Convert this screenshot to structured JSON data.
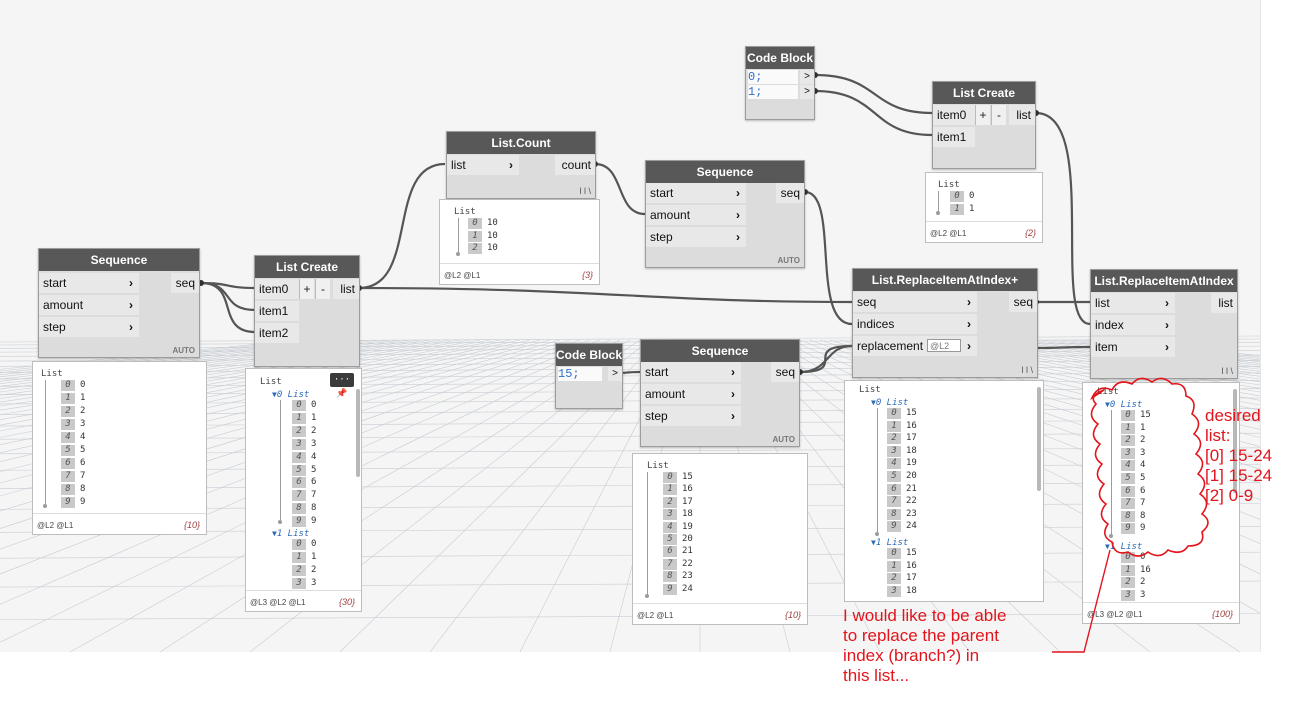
{
  "annotations": {
    "desired": [
      "desired",
      "list:",
      "[0] 15-24",
      "[1] 15-24",
      "[2] 0-9"
    ],
    "note": [
      "I would like to be able",
      "to replace the parent",
      "index (branch?) in",
      "this list..."
    ],
    "color": "#e2141c"
  },
  "nodes": {
    "seq1": {
      "title": "Sequence",
      "inputs": [
        "start",
        "amount",
        "step"
      ],
      "output": "seq",
      "lacing": "AUTO"
    },
    "lc1": {
      "title": "List Create",
      "inputs": [
        "item0",
        "item1",
        "item2"
      ],
      "output": "list",
      "plus": "+",
      "minus": "-"
    },
    "count": {
      "title": "List.Count",
      "input": "list",
      "output": "count",
      "lacing": "l l \\"
    },
    "seq2": {
      "title": "Sequence",
      "inputs": [
        "start",
        "amount",
        "step"
      ],
      "output": "seq",
      "lacing": "AUTO"
    },
    "cb1": {
      "title": "Code Block",
      "lines": [
        "0;",
        "1;"
      ],
      "port": ">"
    },
    "lc2": {
      "title": "List Create",
      "inputs": [
        "item0",
        "item1"
      ],
      "output": "list",
      "plus": "+",
      "minus": "-"
    },
    "ria_plus": {
      "title": "List.ReplaceItemAtIndex+",
      "inputs": [
        "seq",
        "indices",
        "replacement"
      ],
      "output": "seq",
      "level": "@L2",
      "lacing": "l l \\"
    },
    "ria": {
      "title": "List.ReplaceItemAtIndex",
      "inputs": [
        "list",
        "index",
        "item"
      ],
      "output": "list",
      "lacing": "l l \\"
    },
    "cb2": {
      "title": "Code Block",
      "lines": [
        "15;"
      ],
      "port": ">"
    },
    "seq3": {
      "title": "Sequence",
      "inputs": [
        "start",
        "amount",
        "step"
      ],
      "output": "seq",
      "lacing": "AUTO"
    }
  },
  "previews": {
    "p_seq1": {
      "header": "List",
      "items": [
        "0",
        "1",
        "2",
        "3",
        "4",
        "5",
        "6",
        "7",
        "8",
        "9"
      ],
      "levels": "@L2 @L1",
      "count": "{10}"
    },
    "p_lc1": {
      "header": "List",
      "sub0": "0 List",
      "sub0_items": [
        "0",
        "1",
        "2",
        "3",
        "4",
        "5",
        "6",
        "7",
        "8",
        "9"
      ],
      "sub1": "1 List",
      "sub1_items": [
        "0",
        "1",
        "2",
        "3"
      ],
      "levels": "@L3 @L2 @L1",
      "count": "{30}",
      "pin": "··· 📌"
    },
    "p_count": {
      "header": "List",
      "items": [
        "10",
        "10",
        "10"
      ],
      "levels": "@L2 @L1",
      "count": "{3}"
    },
    "p_lc2": {
      "header": "List",
      "items": [
        "0",
        "1"
      ],
      "levels": "@L2 @L1",
      "count": "{2}"
    },
    "p_seq3": {
      "header": "List",
      "items": [
        "15",
        "16",
        "17",
        "18",
        "19",
        "20",
        "21",
        "22",
        "23",
        "24"
      ],
      "levels": "@L2 @L1",
      "count": "{10}"
    },
    "p_ria_plus": {
      "header": "List",
      "sub0": "0 List",
      "sub0_items": [
        "15",
        "16",
        "17",
        "18",
        "19",
        "20",
        "21",
        "22",
        "23",
        "24"
      ],
      "sub1": "1 List",
      "sub1_items": [
        "15",
        "16",
        "17",
        "18"
      ]
    },
    "p_ria": {
      "header": "List",
      "sub0": "0 List",
      "sub0_items": [
        "15",
        "1",
        "2",
        "3",
        "4",
        "5",
        "6",
        "7",
        "8",
        "9"
      ],
      "sub1": "1 List",
      "sub1_items": [
        "0",
        "16",
        "2",
        "3"
      ],
      "levels": "@L3 @L2 @L1",
      "count": "{100}"
    }
  }
}
